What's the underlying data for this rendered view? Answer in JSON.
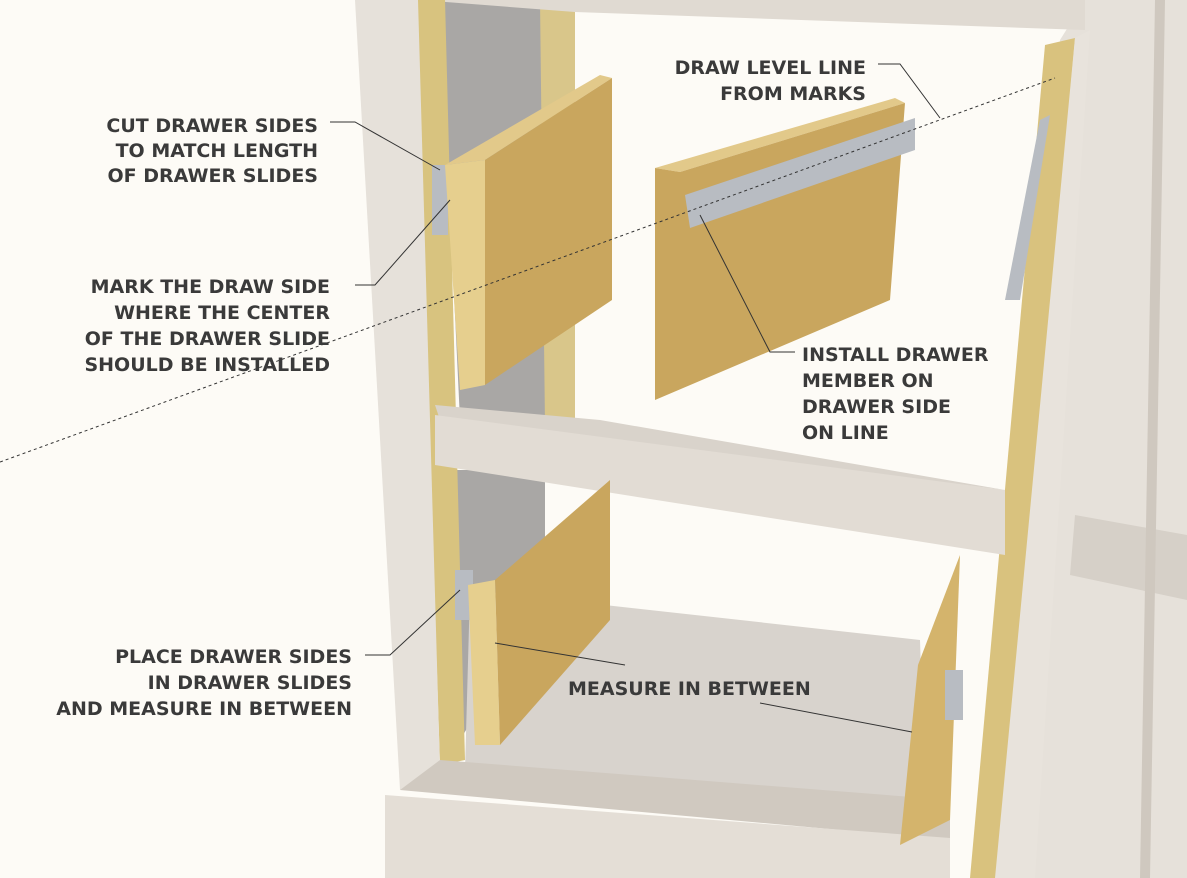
{
  "title": "Drawer slide installation diagram",
  "labels": {
    "cut_sides": [
      "CUT DRAWER SIDES",
      "TO MATCH LENGTH",
      "OF DRAWER SLIDES"
    ],
    "level_line": [
      "DRAW LEVEL LINE",
      "FROM MARKS"
    ],
    "mark_side": [
      "MARK THE DRAW SIDE",
      "WHERE THE CENTER",
      "OF THE DRAWER SLIDE",
      "SHOULD BE INSTALLED"
    ],
    "install_member": [
      "INSTALL DRAWER",
      "MEMBER ON",
      "DRAWER SIDE",
      "ON LINE"
    ],
    "place_sides": [
      "PLACE DRAWER SIDES",
      "IN DRAWER SLIDES",
      "AND MEASURE IN BETWEEN"
    ],
    "measure": "MEASURE IN BETWEEN"
  },
  "colors": {
    "background": "#fdfbf6",
    "frame_wood": "#e4ded6",
    "frame_shadow": "#cfc8bf",
    "board_face": "#c9a65e",
    "board_edge": "#e2c98a",
    "slide_metal": "#b8bcc2",
    "text": "#3a3a3a"
  }
}
